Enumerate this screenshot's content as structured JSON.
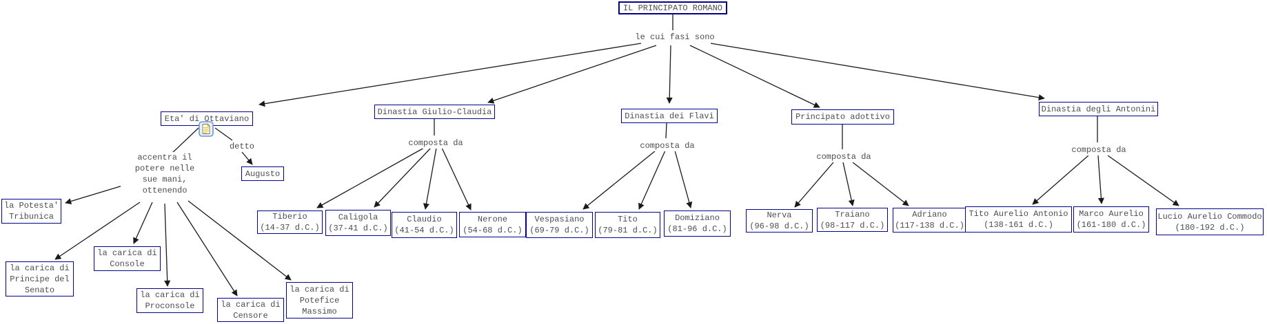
{
  "title": "IL PRINCIPATO ROMANO concept map",
  "colors": {
    "node_border": "#00008B",
    "node_text": "#4d4d4d",
    "connector_line": "#1a1a1a",
    "icon_frame_blue": "#6b96dc",
    "icon_page_yellow": "#d8c44a"
  },
  "root": {
    "label": "IL PRINCIPATO ROMANO"
  },
  "links": {
    "fasi": {
      "label": "le cui fasi sono"
    },
    "detto": {
      "label": "detto"
    },
    "accentra": {
      "label": "accentra il\npotere nelle\nsue mani,\nottenendo"
    },
    "composta_giulio_claudia": {
      "label": "composta da"
    },
    "composta_flavi": {
      "label": "composta da"
    },
    "composta_adottivo": {
      "label": "composta da"
    },
    "composta_antonini": {
      "label": "composta da"
    }
  },
  "phases": {
    "ottaviano": {
      "label": "Eta' di Ottaviano",
      "icon": "note-resource-icon"
    },
    "giulio_claudia": {
      "label": "Dinastia Giulio-Claudia"
    },
    "flavi": {
      "label": "Dinastia dei Flavi"
    },
    "adottivo": {
      "label": "Principato adottivo"
    },
    "antonini": {
      "label": "Dinastia degli Antonini"
    }
  },
  "augusto": {
    "label": "Augusto"
  },
  "offices": [
    {
      "label": "la Potesta'\nTribunica"
    },
    {
      "label": "la carica di\nPrincipe del\nSenato"
    },
    {
      "label": "la carica di\nConsole"
    },
    {
      "label": "la carica di\nProconsole"
    },
    {
      "label": "la carica di\nCensore"
    },
    {
      "label": "la carica di\nPotefice\nMassimo"
    }
  ],
  "emperors": {
    "giulio_claudia": [
      {
        "label": "Tiberio\n(14-37 d.C.)"
      },
      {
        "label": "Caligola\n(37-41 d.C.)"
      },
      {
        "label": "Claudio\n(41-54 d.C.)"
      },
      {
        "label": "Nerone\n(54-68 d.C.)"
      }
    ],
    "flavi": [
      {
        "label": "Vespasiano\n(69-79 d.C.)"
      },
      {
        "label": "Tito\n(79-81 d.C.)"
      },
      {
        "label": "Domiziano\n(81-96 d.C.)"
      }
    ],
    "adottivo": [
      {
        "label": "Nerva\n(96-98 d.C.)"
      },
      {
        "label": "Traiano\n(98-117 d.C.)"
      },
      {
        "label": "Adriano\n(117-138 d.C.)"
      }
    ],
    "antonini": [
      {
        "label": "Tito Aurelio Antonio\n(138-161 d.C.)"
      },
      {
        "label": "Marco Aurelio\n(161-180 d.C.)"
      },
      {
        "label": "Lucio Aurelio Commodo\n(180-192 d.C.)"
      }
    ]
  }
}
